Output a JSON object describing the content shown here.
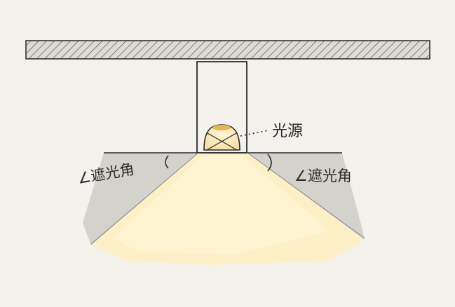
{
  "diagram": {
    "labels": {
      "light_source": "光源",
      "shading_angle_left": "∠遮光角",
      "shading_angle_right": "∠遮光角"
    },
    "colors": {
      "paper": "#f3f2ec",
      "ink": "#2b2b2b",
      "shadow": "#c9c9c4",
      "beam": "#fff1c4",
      "lamp": "#e8c06a"
    }
  }
}
